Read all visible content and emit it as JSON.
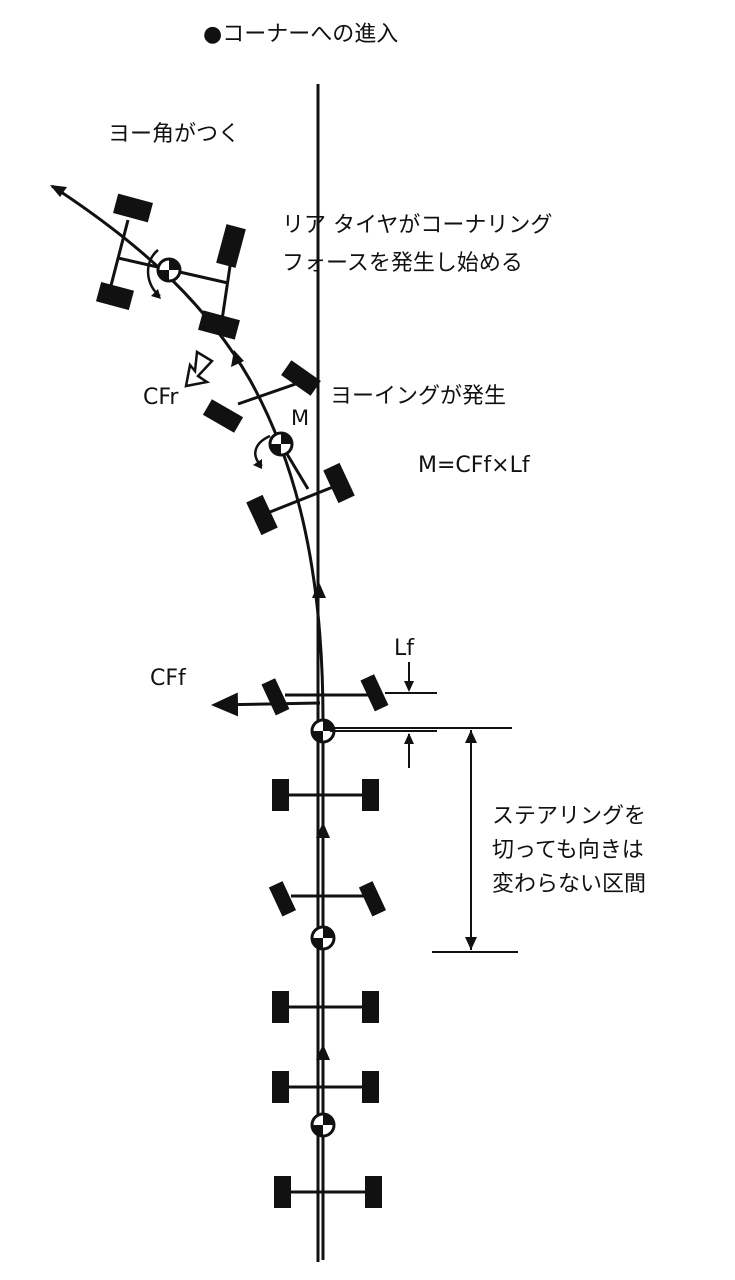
{
  "title": "●コーナーへの進入",
  "labels": {
    "yaw_angle": "ヨー角がつく",
    "rear_tire_line1": "リア タイヤがコーナリング",
    "rear_tire_line2": "フォースを発生し始める",
    "yawing": "ヨーイングが発生",
    "moment_symbol": "M",
    "formula": "M=CFf×Lf",
    "cfr": "CFr",
    "cff": "CFf",
    "lf": "Lf",
    "interval_line1": "ステアリングを",
    "interval_line2": "切っても向きは",
    "interval_line3": "変わらない区間"
  },
  "colors": {
    "ink": "#111111",
    "background": "#ffffff"
  }
}
